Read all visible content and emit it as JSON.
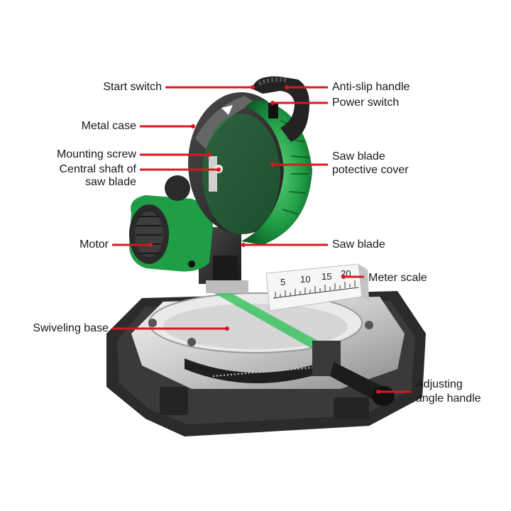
{
  "accent_color": "#d71920",
  "blade_guard_color": "#1f9e45",
  "labels": {
    "start_switch": "Start switch",
    "metal_case": "Metal case",
    "mounting_screw": "Mounting screw",
    "central_shaft_line1": "Central shaft of",
    "central_shaft_line2": "saw blade",
    "motor": "Motor",
    "swiveling_base": "Swiveling base",
    "anti_slip_handle": "Anti-slip handle",
    "power_switch": "Power switch",
    "blade_cover_line1": "Saw blade",
    "blade_cover_line2": "potective cover",
    "saw_blade": "Saw blade",
    "meter_scale": "Meter scale",
    "adjusting_line1": "Adjusting",
    "adjusting_line2": "angle handle"
  },
  "scale_ticks": [
    "5",
    "10",
    "15",
    "20"
  ]
}
